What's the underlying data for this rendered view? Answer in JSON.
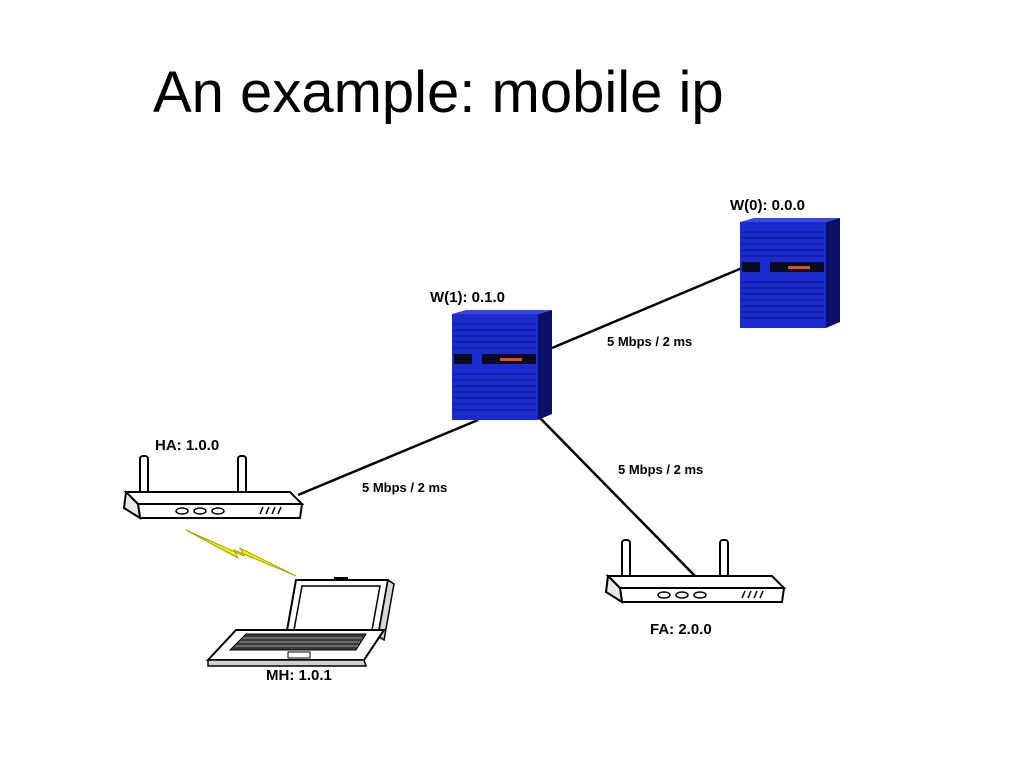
{
  "slide": {
    "title": "An example: mobile ip"
  },
  "nodes": {
    "w0": {
      "label": "W(0): 0.0.0",
      "kind": "server"
    },
    "w1": {
      "label": "W(1): 0.1.0",
      "kind": "server"
    },
    "ha": {
      "label": "HA: 1.0.0",
      "kind": "wireless-router"
    },
    "fa": {
      "label": "FA: 2.0.0",
      "kind": "wireless-router"
    },
    "mh": {
      "label": "MH: 1.0.1",
      "kind": "laptop"
    }
  },
  "links": [
    {
      "from": "w1",
      "to": "w0",
      "label": "5 Mbps / 2 ms"
    },
    {
      "from": "w1",
      "to": "ha",
      "label": "5 Mbps / 2 ms"
    },
    {
      "from": "w1",
      "to": "fa",
      "label": "5 Mbps / 2 ms"
    }
  ],
  "wireless": {
    "from": "ha",
    "to": "mh",
    "icon": "lightning-bolt-icon"
  },
  "colors": {
    "server_body": "#1a2ccf",
    "server_side": "#0a0f6a",
    "server_led": "#e05020",
    "link_line": "#000000",
    "lightning": "#f2ef00"
  }
}
